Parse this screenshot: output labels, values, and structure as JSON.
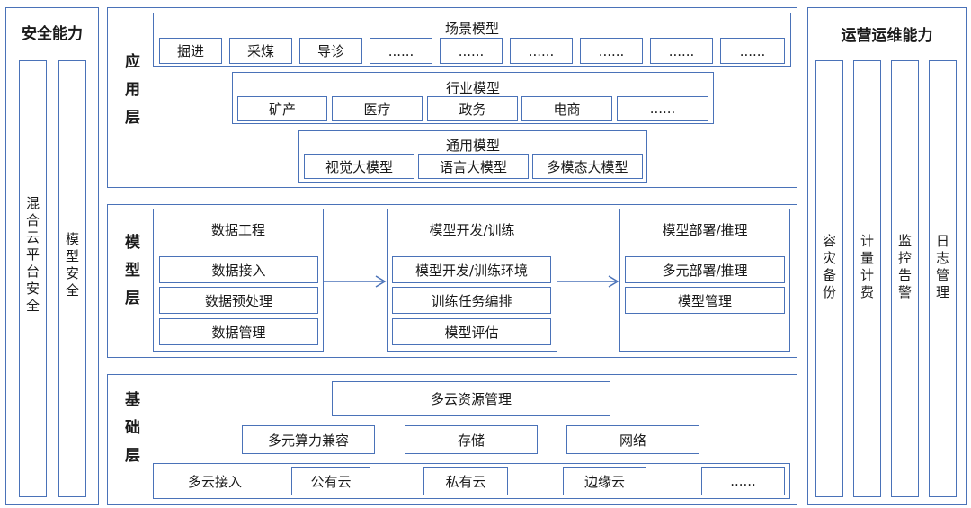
{
  "left": {
    "title": "安全能力",
    "columns": [
      "混合云平台安全",
      "模型安全"
    ]
  },
  "right": {
    "title": "运营运维能力",
    "columns": [
      "容灾备份",
      "计量计费",
      "监控告警",
      "日志管理"
    ]
  },
  "app_layer": {
    "label": "应用层",
    "scene": {
      "title": "场景模型",
      "items": [
        "掘进",
        "采煤",
        "导诊",
        "......",
        "......",
        "......",
        "......",
        "......",
        "......"
      ]
    },
    "industry": {
      "title": "行业模型",
      "items": [
        "矿产",
        "医疗",
        "政务",
        "电商",
        "......"
      ]
    },
    "general": {
      "title": "通用模型",
      "items": [
        "视觉大模型",
        "语言大模型",
        "多模态大模型"
      ]
    }
  },
  "model_layer": {
    "label": "模型层",
    "data_eng": {
      "title": "数据工程",
      "items": [
        "数据接入",
        "数据预处理",
        "数据管理"
      ]
    },
    "dev_train": {
      "title": "模型开发/训练",
      "items": [
        "模型开发/训练环境",
        "训练任务编排",
        "模型评估"
      ]
    },
    "deploy": {
      "title": "模型部署/推理",
      "items": [
        "多元部署/推理",
        "模型管理"
      ]
    }
  },
  "infra_layer": {
    "label": "基础层",
    "multi_cloud_mgmt": "多云资源管理",
    "row2": [
      "多元算力兼容",
      "存储",
      "网络"
    ],
    "access_label": "多云接入",
    "clouds": [
      "公有云",
      "私有云",
      "边缘云",
      "......"
    ]
  }
}
